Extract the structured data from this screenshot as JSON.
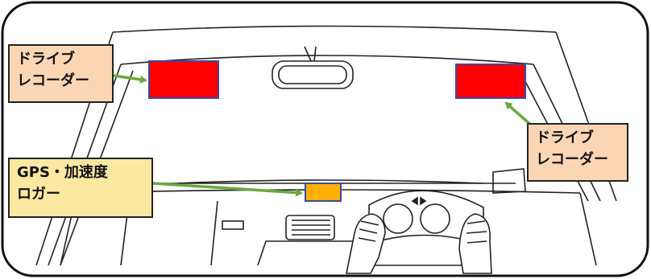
{
  "labels": {
    "recorder_front_left": {
      "line1": "ドライブ",
      "line2": "レコーダー"
    },
    "recorder_front_right": {
      "line1": "ドライブ",
      "line2": "レコーダー"
    },
    "gps_logger": {
      "line1": "GPS・加速度",
      "line2": "ロガー"
    }
  },
  "colors": {
    "recorder_fill": "#ff0000",
    "recorder_border": "#3b4aa0",
    "gps_fill": "#ffb000",
    "arrow": "#6aa83e",
    "callout_peach": "#fbd6b4",
    "callout_yellow": "#fde8a2",
    "frame": "#111111"
  },
  "icons": {
    "steering_wheel": "steering-wheel-icon",
    "hands": "driver-hands-icon",
    "mirror": "rearview-mirror-icon"
  }
}
